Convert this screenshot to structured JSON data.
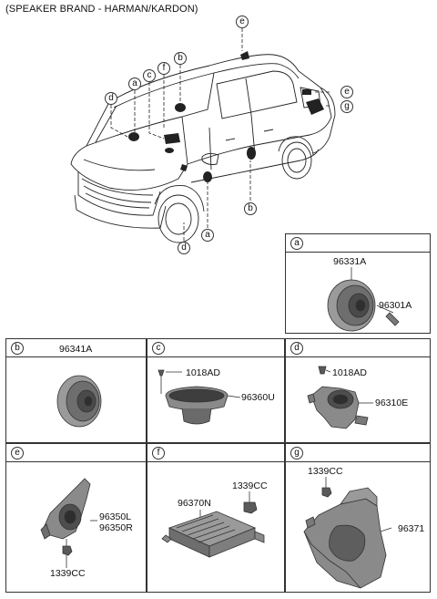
{
  "title": "(SPEAKER BRAND - HARMAN/KARDON)",
  "callouts": {
    "d_top": "d",
    "a_top": "a",
    "c_top": "c",
    "f_top": "f",
    "b_top": "b",
    "e_top": "e",
    "e_right": "e",
    "g_right": "g",
    "b_bottom": "b",
    "a_bottom": "a",
    "d_bottom": "d"
  },
  "panels": {
    "a": {
      "letter": "a",
      "parts": [
        "96331A",
        "96301A"
      ]
    },
    "b": {
      "letter": "b",
      "parts": [
        "96341A"
      ]
    },
    "c": {
      "letter": "c",
      "parts": [
        "1018AD",
        "96360U"
      ]
    },
    "d": {
      "letter": "d",
      "parts": [
        "1018AD",
        "96310E"
      ]
    },
    "e": {
      "letter": "e",
      "parts": [
        "96350L",
        "96350R",
        "1339CC"
      ]
    },
    "f": {
      "letter": "f",
      "parts": [
        "96370N",
        "1339CC"
      ]
    },
    "g": {
      "letter": "g",
      "parts": [
        "1339CC",
        "96371"
      ]
    }
  }
}
